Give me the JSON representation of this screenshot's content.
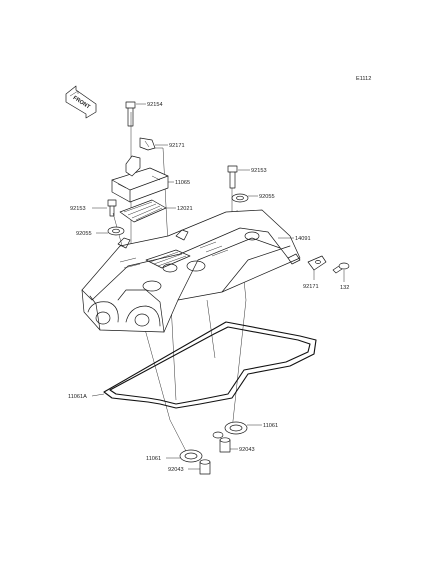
{
  "diagram_code": "E1112",
  "front_badge": "FRONT",
  "labels": {
    "p92154": "92154",
    "p92171a": "92171",
    "p11065": "11065",
    "p92153a": "92153",
    "p12021": "12021",
    "p92055": "92055",
    "p92153b": "92153",
    "p92055b": "92055",
    "p14091": "14091",
    "p92171b": "92171",
    "p132": "132",
    "p11061A": "11061A",
    "p11061a": "11061",
    "p11061b": "11061",
    "p92043a": "92043",
    "p92043b": "92043"
  }
}
